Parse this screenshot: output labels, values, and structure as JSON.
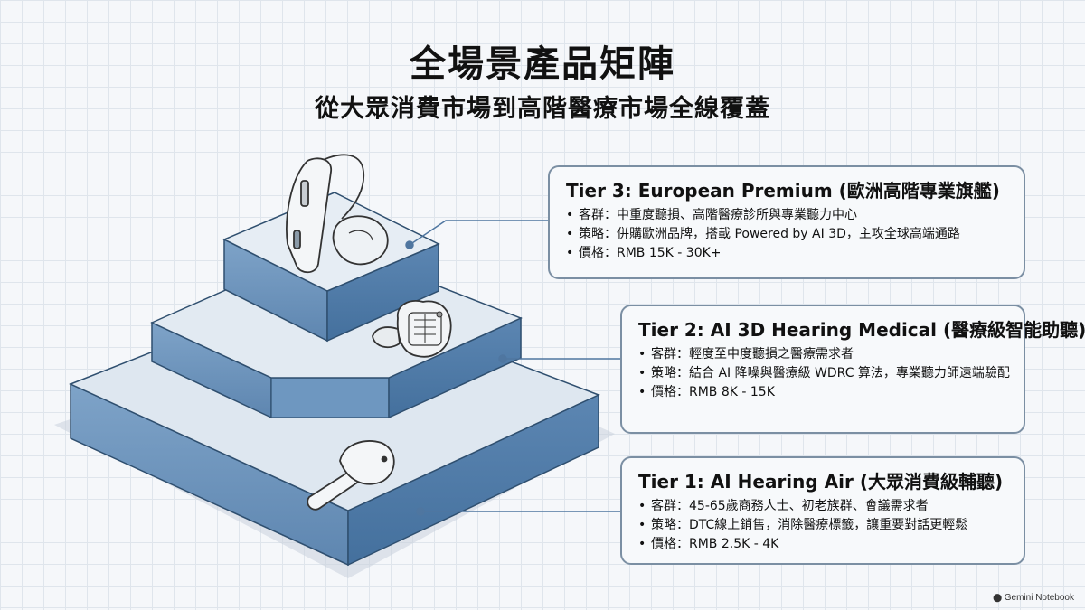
{
  "title": "全場景產品矩陣",
  "subtitle": "從大眾消費市場到高階醫療市場全線覆蓋",
  "tiers": [
    {
      "title": "Tier 3: European Premium (歐洲高階專業旗艦)",
      "icon": "bte-hearing-aid-icon",
      "bullets": [
        {
          "label": "客群",
          "sep": "：",
          "text": "中重度聽損、高階醫療診所與專業聽力中心"
        },
        {
          "label": "策略",
          "sep": "：",
          "text": "併購歐洲品牌，搭載 Powered by AI 3D，主攻全球高端通路"
        },
        {
          "label": "價格",
          "sep": "：",
          "text": "RMB 15K - 30K+"
        }
      ]
    },
    {
      "title": "Tier 2: AI 3D Hearing Medical (醫療級智能助聽)",
      "icon": "custom-ite-hearing-aid-icon",
      "bullets": [
        {
          "label": "客群",
          "sep": "：",
          "text": "輕度至中度聽損之醫療需求者"
        },
        {
          "label": "策略",
          "sep": "：",
          "text": "結合 AI 降噪與醫療級 WDRC 算法，專業聽力師遠端驗配"
        },
        {
          "label": "價格",
          "sep": "：",
          "text": "RMB 8K - 15K"
        }
      ]
    },
    {
      "title": "Tier 1: AI Hearing Air (大眾消費級輔聽)",
      "icon": "earbud-icon",
      "bullets": [
        {
          "label": "客群",
          "sep": "：",
          "text": "45-65歲商務人士、初老族群、會議需求者"
        },
        {
          "label": "策略",
          "sep": "：",
          "text": "DTC線上銷售，消除醫療標籤，讓重要對話更輕鬆"
        },
        {
          "label": "價格",
          "sep": "：",
          "text": "RMB 2.5K - 4K"
        }
      ]
    }
  ],
  "watermark": "Gemini Notebook",
  "colors": {
    "step_top": "#dde6ef",
    "step_side_front": "#6f95bd",
    "step_side_right": "#4f79a5",
    "card_border": "#7b8fa3",
    "connector": "#5b7fa6"
  }
}
